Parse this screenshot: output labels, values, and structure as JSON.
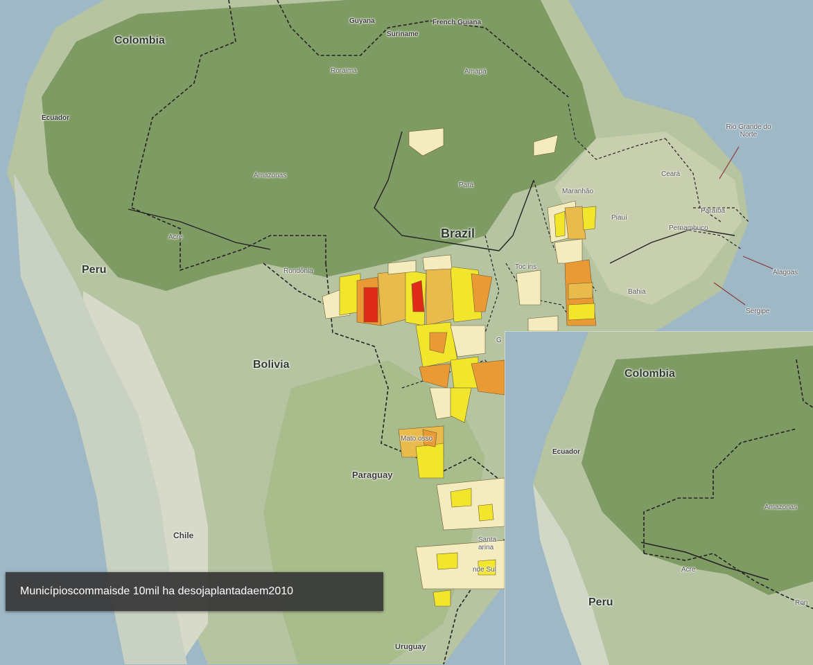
{
  "main_map": {
    "country_labels": {
      "colombia": "Colombia",
      "ecuador": "Ecuador",
      "peru": "Peru",
      "bolivia": "Bolivia",
      "brazil": "Brazil",
      "paraguay": "Paraguay",
      "chile": "Chile",
      "uruguay": "Uruguay",
      "guyana": "Guyana",
      "suriname": "Suriname",
      "french_guiana": "French Guiana"
    },
    "state_labels": {
      "roraima": "Roraima",
      "amapa": "Amapá",
      "amazonas": "Amazonas",
      "para": "Pará",
      "maranhao": "Maranhão",
      "ceara": "Ceará",
      "piaui": "Piauí",
      "acre": "Acre",
      "rondonia": "Rondônia",
      "tocantins": "Toc  ins",
      "bahia": "Bahia",
      "paraiba": "Paraíba",
      "pernambuco": "Pernambuco",
      "rio_grande_do_norte": "Rio Grande do Norte",
      "alagoas": "Alagoas",
      "sergipe": "Sergipe",
      "mato_grosso_partial": "Mato  osso",
      "goias_partial": "G",
      "santa_catarina_partial": "Santa  arina",
      "rio_grande_do_sul_partial": "nde Sul"
    },
    "colors": {
      "ocean": "#9fb8c6",
      "land": "#b3c2a0",
      "forest": "#7e9a63",
      "shade_light": "#f4ecbe",
      "shade_yellow": "#f2e62d",
      "shade_gold": "#e9bb4d",
      "shade_orange": "#ea9a35",
      "shade_red": "#e02a1a"
    }
  },
  "inset_map": {
    "labels": {
      "colombia": "Colombia",
      "ecuador": "Ecuador",
      "peru": "Peru",
      "amazonas": "Amazonas",
      "acre": "Acre",
      "rondonia_partial": "Ron"
    }
  },
  "caption": {
    "text": "Municípioscommaisde 10mil ha desojaplantadaem2010"
  }
}
